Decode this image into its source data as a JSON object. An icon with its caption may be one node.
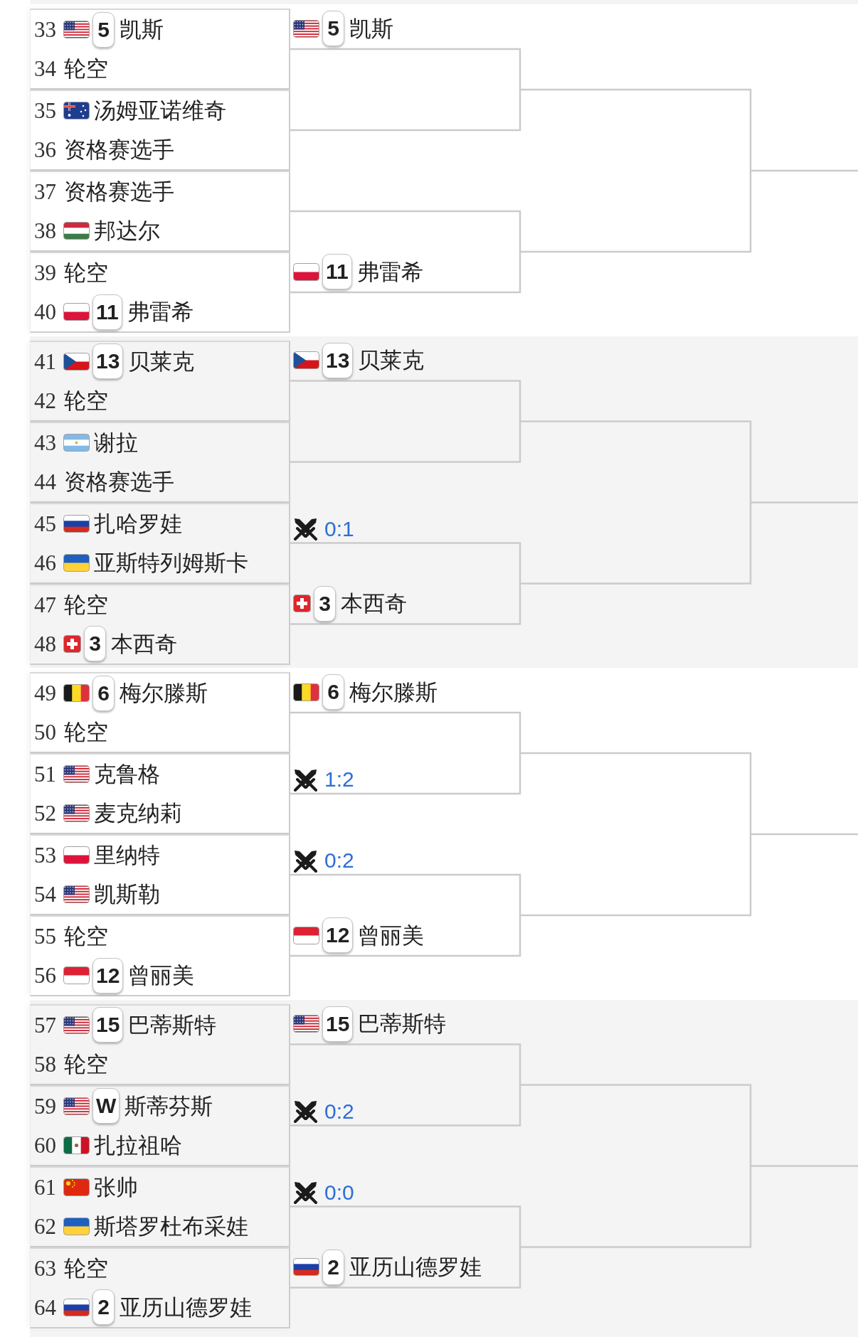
{
  "diagram": {
    "nodes": [
      {
        "text": [
          "33",
          "凯斯",
          "34",
          "轮空"
        ]
      },
      {
        "text": [
          "5"
        ],
        "in": 0
      },
      {
        "text": [
          "5"
        ],
        "beside": [
          "凯斯"
        ]
      },
      {
        "text": [
          "35",
          "汤姆亚诺维奇",
          "36",
          "资格赛选手"
        ]
      },
      {
        "text": [
          "37",
          "资格赛选手",
          "38",
          "邦达尔"
        ]
      },
      {
        "text": [
          "39",
          "轮空",
          "40",
          "弗雷希"
        ]
      },
      {
        "text": [
          "11"
        ],
        "in": 5
      },
      {
        "text": [
          "11"
        ],
        "beside": [
          "弗雷希"
        ]
      },
      {
        "text": [
          "41",
          "贝莱克",
          "42",
          "轮空"
        ]
      },
      {
        "text": [
          "13"
        ],
        "in": 8
      },
      {
        "text": [
          "13"
        ],
        "beside": [
          "贝莱克"
        ]
      },
      {
        "text": [
          "43",
          "谢拉",
          "44",
          "资格赛选手"
        ]
      },
      {
        "text": [
          "45",
          "扎哈罗娃",
          "46",
          "亚斯特列姆斯卡"
        ]
      },
      {
        "text": [
          "47",
          "轮空",
          "48",
          "本西奇"
        ]
      },
      {
        "text": [
          "3"
        ],
        "in": 13
      },
      {
        "text": [
          "3"
        ],
        "beside": [
          "本西奇"
        ]
      },
      {
        "text": [
          "49",
          "梅尔滕斯",
          "50",
          "轮空"
        ]
      },
      {
        "text": [
          "6"
        ],
        "in": 16
      },
      {
        "text": [
          "6"
        ],
        "beside": [
          "梅尔滕斯"
        ]
      },
      {
        "text": [
          "51",
          "克鲁格",
          "52",
          "麦克纳莉"
        ]
      },
      {
        "text": [
          "53",
          "里纳特",
          "54",
          "凯斯勒"
        ]
      },
      {
        "text": [
          "55",
          "轮空",
          "56",
          "曾丽美"
        ]
      },
      {
        "text": [
          "12"
        ],
        "in": 21
      },
      {
        "text": [
          "12"
        ],
        "beside": [
          "曾丽美"
        ]
      },
      {
        "text": [
          "57",
          "巴蒂斯特",
          "58",
          "轮空"
        ]
      },
      {
        "text": [
          "15"
        ],
        "in": 24
      },
      {
        "text": [
          "15"
        ],
        "beside": [
          "巴蒂斯特"
        ]
      },
      {
        "text": [
          "59",
          "斯蒂芬斯",
          "60",
          "扎拉祖哈"
        ]
      },
      {
        "text": [
          "W"
        ],
        "in": 27
      },
      {
        "text": [
          "61",
          "张帅",
          "62",
          "斯塔罗杜布采娃"
        ]
      },
      {
        "text": [
          "63",
          "轮空",
          "64",
          "亚历山德罗娃"
        ]
      },
      {
        "text": [
          "2"
        ],
        "in": 30
      },
      {
        "text": [
          "2"
        ],
        "beside": [
          "亚历山德罗娃"
        ]
      }
    ],
    "labels": [
      "0:1",
      "1:2",
      "0:2",
      "0:2",
      "0:0"
    ]
  }
}
